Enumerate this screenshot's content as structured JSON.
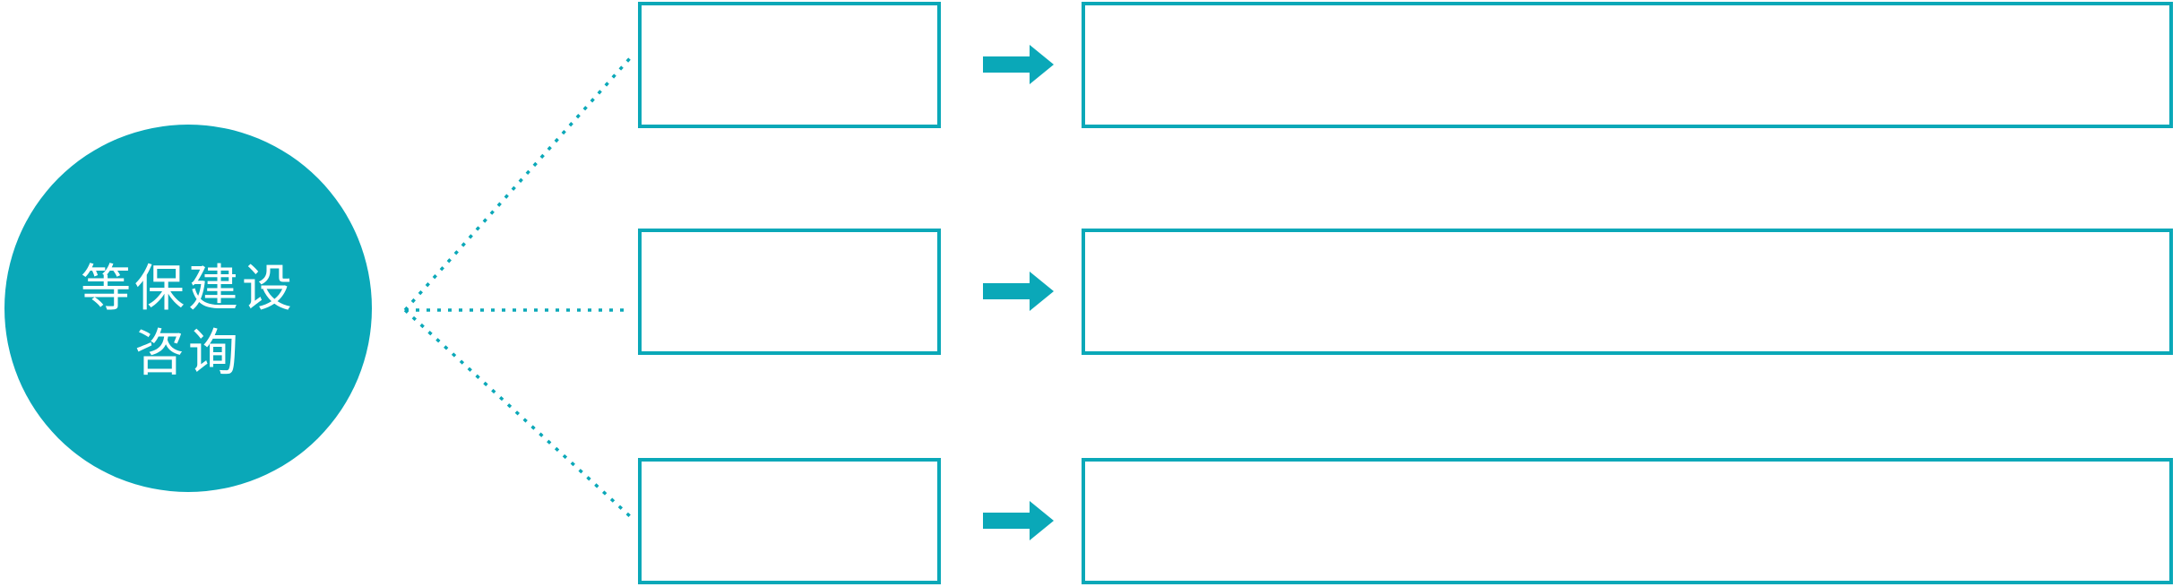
{
  "diagram": {
    "type": "hub-and-branches",
    "background_color": "#ffffff"
  },
  "hub": {
    "label_line1": "等保建设",
    "label_line2": "咨询",
    "full_label": "等保建设咨询",
    "shape": "circle",
    "fill_color": "#0aa8b8",
    "text_color": "#ffffff"
  },
  "rows": [
    {
      "step_label": "",
      "detail_label": ""
    },
    {
      "step_label": "",
      "detail_label": ""
    },
    {
      "step_label": "",
      "detail_label": ""
    }
  ],
  "icons": {
    "arrow_right": "arrow-right-icon",
    "dotted_connector": "dotted-connector-lines"
  },
  "colors": {
    "accent_teal": "#0aa8b8",
    "hub_text": "#ffffff",
    "background": "#ffffff"
  }
}
